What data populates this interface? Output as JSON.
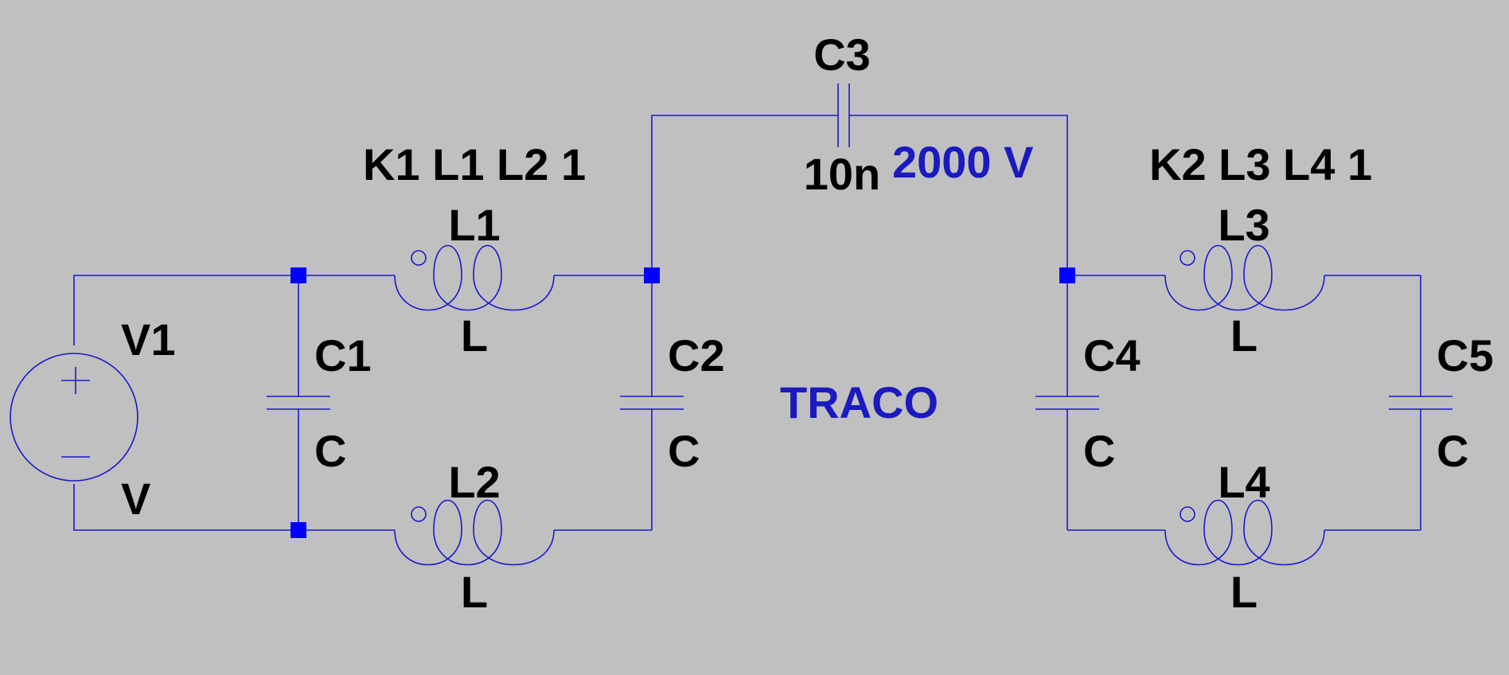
{
  "colors": {
    "background": "#c0c0c0",
    "wire": "#1a1acc",
    "node": "#0000ff",
    "label_text": "#000000",
    "directive_text": "#1a1abf"
  },
  "directives": {
    "k1": "K1 L1 L2 1",
    "k2": "K2 L3 L4 1",
    "voltage": "2000 V",
    "net_name": "TRACO"
  },
  "components": {
    "v1": {
      "name": "V1",
      "value": "V"
    },
    "c1": {
      "name": "C1",
      "value": "C"
    },
    "c2": {
      "name": "C2",
      "value": "C"
    },
    "c3": {
      "name": "C3",
      "value": "10n"
    },
    "c4": {
      "name": "C4",
      "value": "C"
    },
    "c5": {
      "name": "C5",
      "value": "C"
    },
    "l1": {
      "name": "L1",
      "value": "L"
    },
    "l2": {
      "name": "L2",
      "value": "L"
    },
    "l3": {
      "name": "L3",
      "value": "L"
    },
    "l4": {
      "name": "L4",
      "value": "L"
    }
  }
}
